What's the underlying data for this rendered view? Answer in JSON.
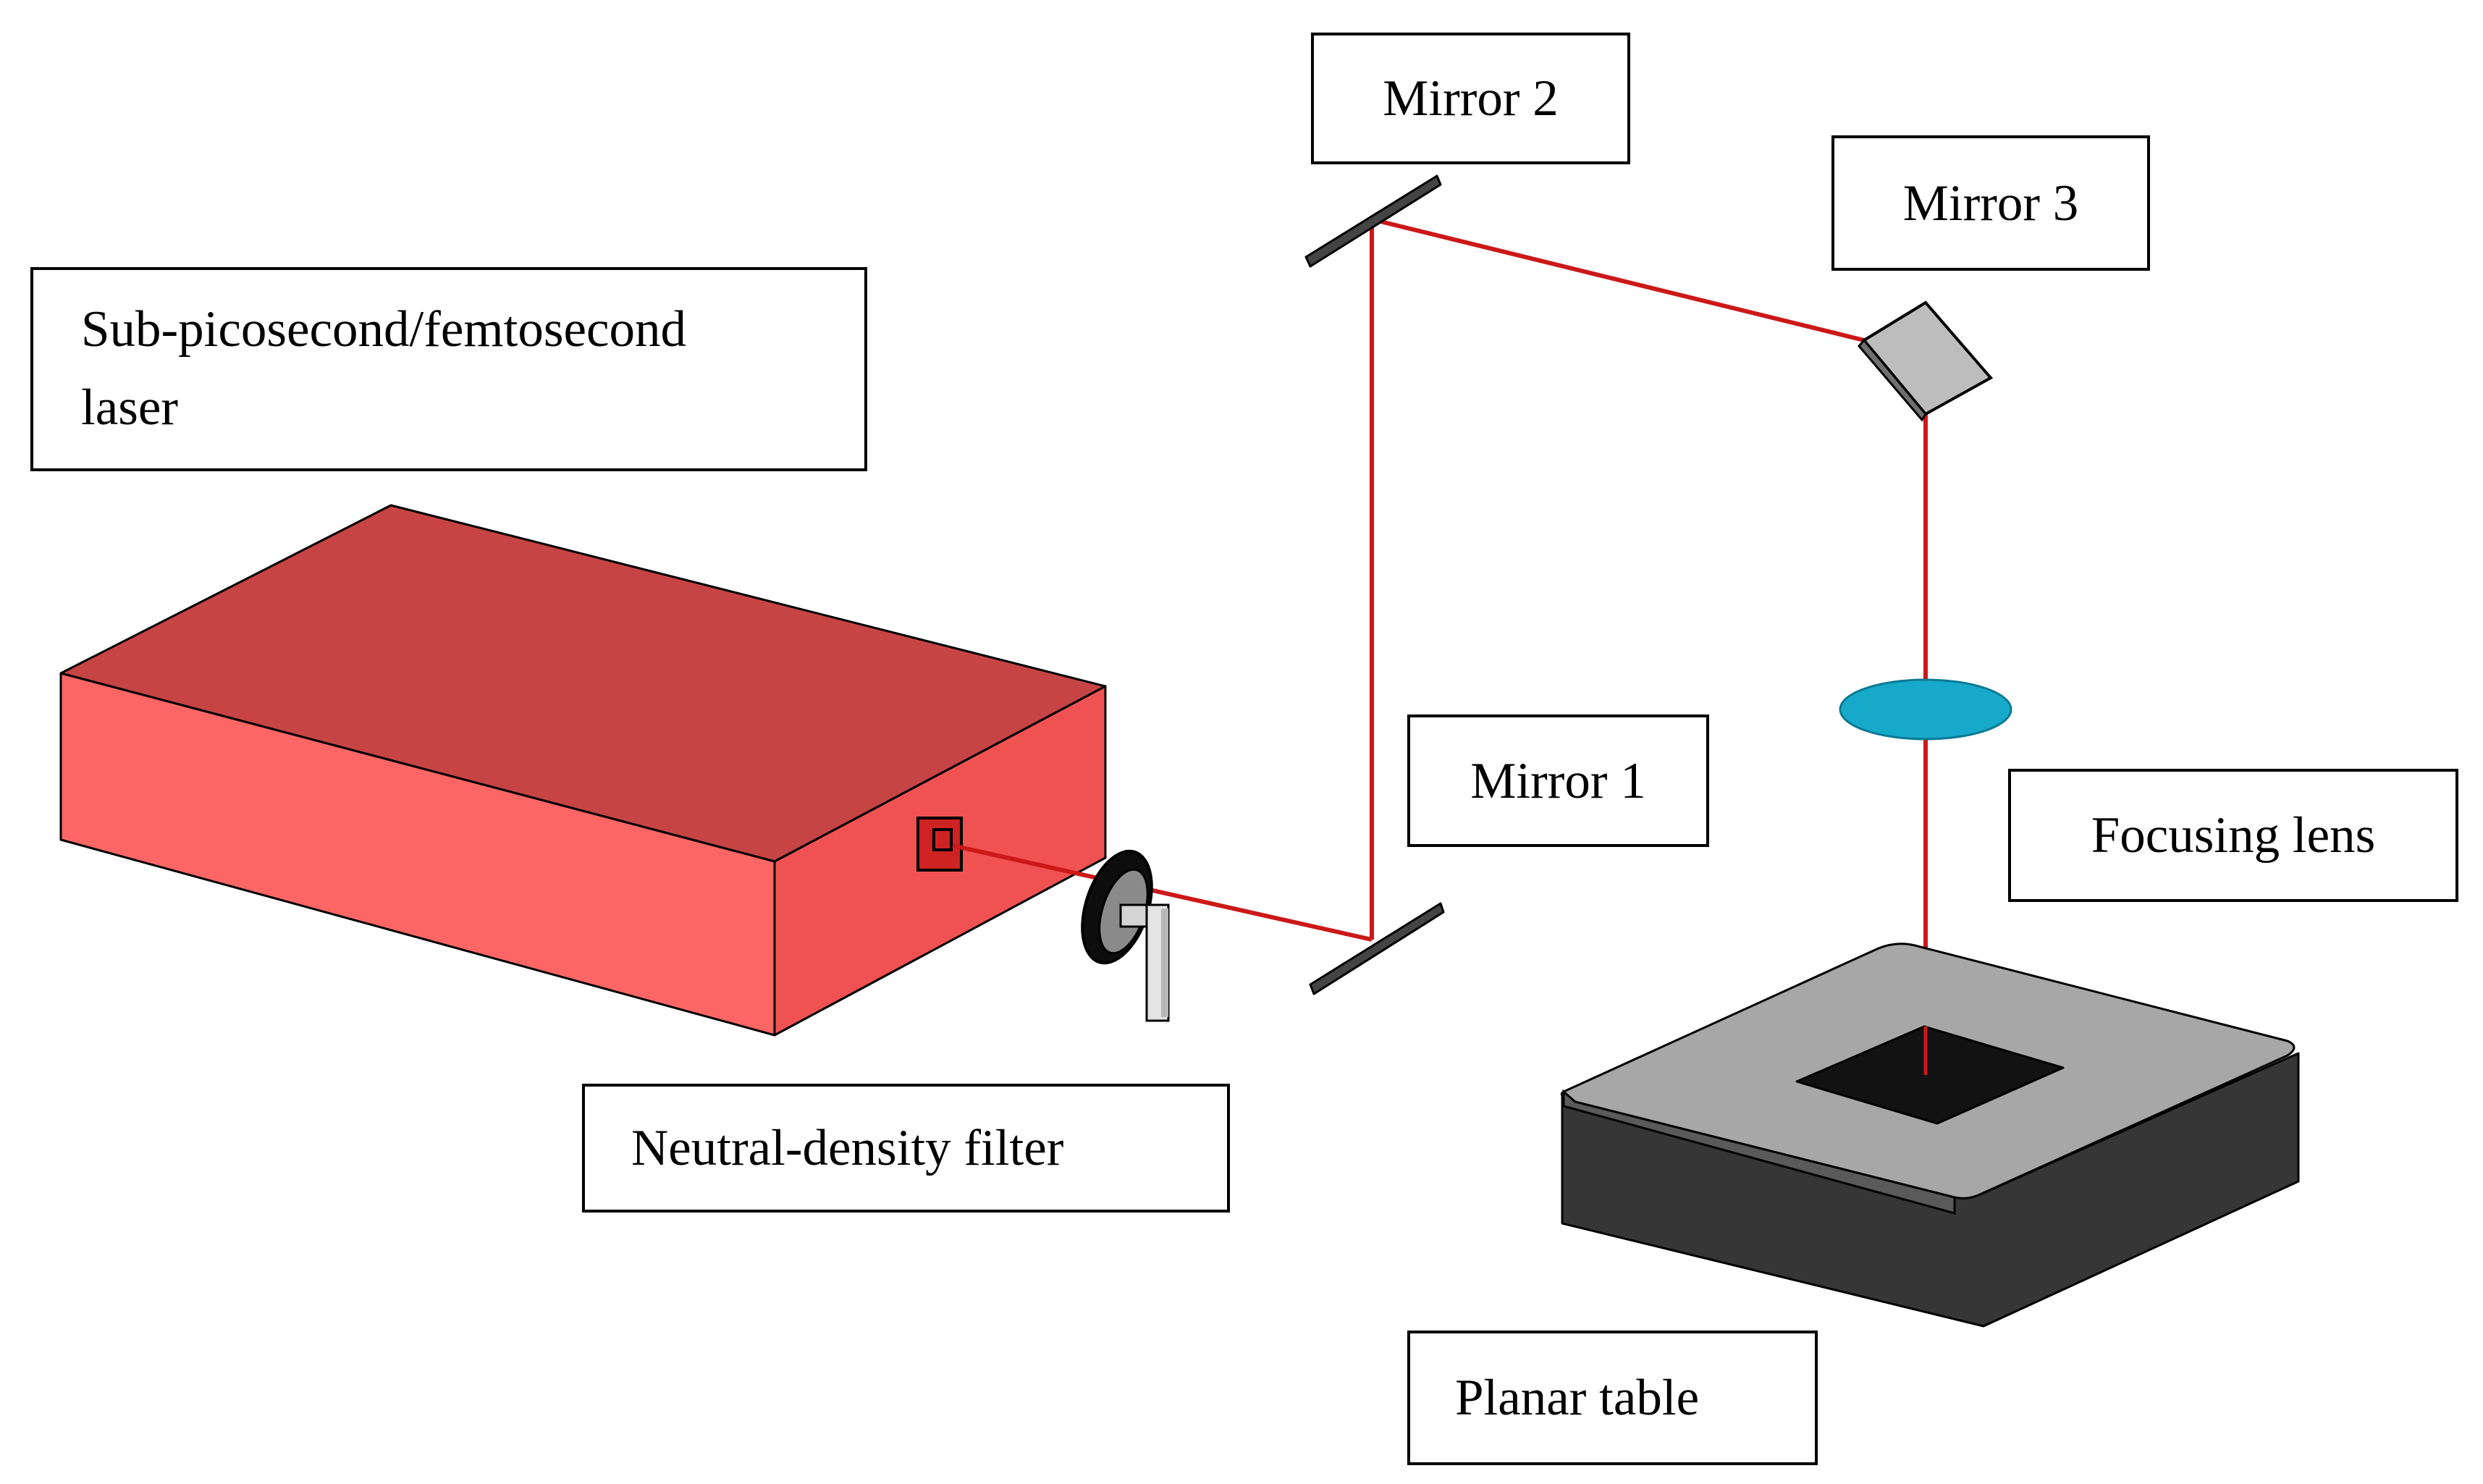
{
  "labels": {
    "laser": "Sub-picosecond/femtosecond laser",
    "mirror2": "Mirror 2",
    "mirror3": "Mirror 3",
    "mirror1": "Mirror 1",
    "focusing_lens": "Focusing lens",
    "nd_filter": "Neutral-density filter",
    "planar_table": "Planar table"
  },
  "colors": {
    "beam": "#cc1818",
    "laser_top": "#c74444",
    "laser_front": "#fe6666",
    "laser_side": "#f05252",
    "lens": "#17a9c9",
    "table_top": "#a7a7a7",
    "table_side": "#363636",
    "sample": "#121212",
    "mirror_dark": "#444444",
    "mirror_light": "#b9b9b9"
  }
}
